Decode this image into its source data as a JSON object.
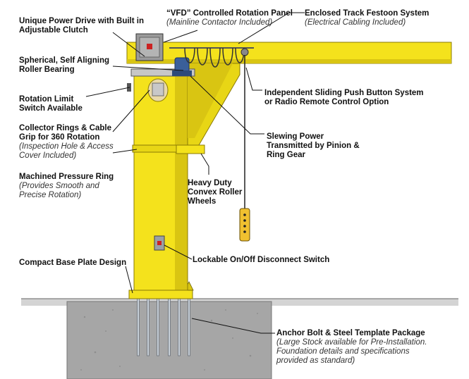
{
  "labels": {
    "power_drive": {
      "title1": "Unique Power Drive with Built in",
      "title2": "Adjustable Clutch"
    },
    "vfd_panel": {
      "title": "“VFD” Controlled Rotation Panel",
      "sub": "(Mainline Contactor Included)"
    },
    "festoon": {
      "title": "Enclosed Track Festoon System",
      "sub": "(Electrical Cabling Included)"
    },
    "bearing": {
      "title1": "Spherical, Self Aligning",
      "title2": "Roller Bearing"
    },
    "push_button": {
      "title1": "Independent Sliding Push Button System",
      "title2": "or Radio Remote Control Option"
    },
    "rotation_limit": {
      "title1": "Rotation Limit",
      "title2": "Switch Available"
    },
    "collector_rings": {
      "title1": "Collector Rings & Cable",
      "title2": "Grip for 360 Rotation",
      "sub1": "(Inspection Hole & Access",
      "sub2": "Cover Included)"
    },
    "slewing": {
      "title1": "Slewing Power",
      "title2": "Transmitted by Pinion &",
      "title3": "Ring Gear"
    },
    "pressure_ring": {
      "title": "Machined Pressure Ring",
      "sub1": "(Provides Smooth and",
      "sub2": "Precise Rotation)"
    },
    "roller_wheels": {
      "title1": "Heavy Duty",
      "title2": "Convex Roller",
      "title3": "Wheels"
    },
    "disconnect": {
      "title": "Lockable On/Off Disconnect Switch"
    },
    "base_plate": {
      "title": "Compact Base Plate Design"
    },
    "anchor_bolt": {
      "title": "Anchor Bolt & Steel Template Package",
      "sub1": "(Large Stock available for Pre-Installation.",
      "sub2": "Foundation details and specifications",
      "sub3": "provided as standard)"
    }
  },
  "colors": {
    "crane_yellow": "#f4e21c",
    "crane_shadow": "#d9c512",
    "crane_dark": "#b8a20a",
    "concrete": "#a3a3a3",
    "ground": "#cfcfcf",
    "pendant": "#f0c030",
    "motor_blue": "#3a5f9a",
    "panel_gray": "#9a9a9a"
  }
}
